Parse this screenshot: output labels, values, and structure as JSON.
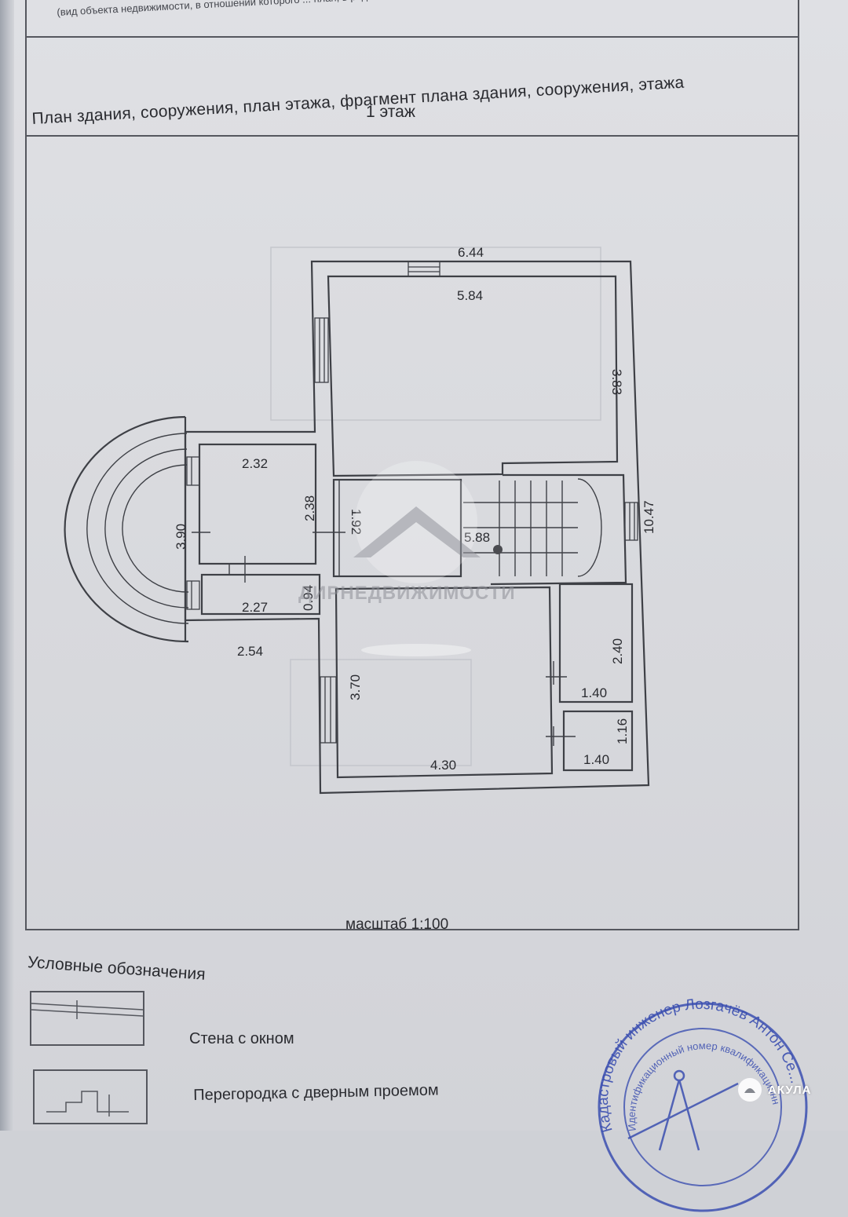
{
  "document": {
    "header_caption": "(вид объекта недвижимости, в отношении которого ... план, в родительном падеже)",
    "plan_type": "План здания, сооружения, план этажа, фрагмент плана здания, сооружения, этажа",
    "floor_label": "1 этаж",
    "scale": "масштаб 1:100"
  },
  "floor_plan": {
    "dimensions": {
      "overall_width": "6.44",
      "room_top_width": "5.84",
      "room_top_height": "3.83",
      "overall_length": "10.47",
      "hall_width": "2.32",
      "hall_height": "2.38",
      "porch_height": "3.90",
      "stair_width": "5.88",
      "corridor_height": "1.92",
      "store_height": "0.94",
      "store_width": "2.27",
      "porch_width": "2.54",
      "room_bottom_height": "3.70",
      "room_bottom_width": "4.30",
      "bath_height": "2.40",
      "bath_width": "1.40",
      "wc_height": "1.16",
      "wc_width": "1.40"
    }
  },
  "watermark": {
    "text": "ДИРНЕДВИЖИМОСТИ"
  },
  "legend": {
    "title": "Условные обозначения",
    "items": [
      {
        "label": "Стена с окном"
      },
      {
        "label": "Перегородка с дверным проемом"
      }
    ]
  },
  "stamp": {
    "text_outer": "Кадастровый инженер Лозгачёв Антон Се...",
    "text_inner": "Идентификационный номер квалификационного аттестата"
  },
  "brand": {
    "name": "АКУЛА"
  },
  "colors": {
    "paper": "#dadbe0",
    "ink": "#2a2b30",
    "stamp": "#3b4fb0"
  }
}
